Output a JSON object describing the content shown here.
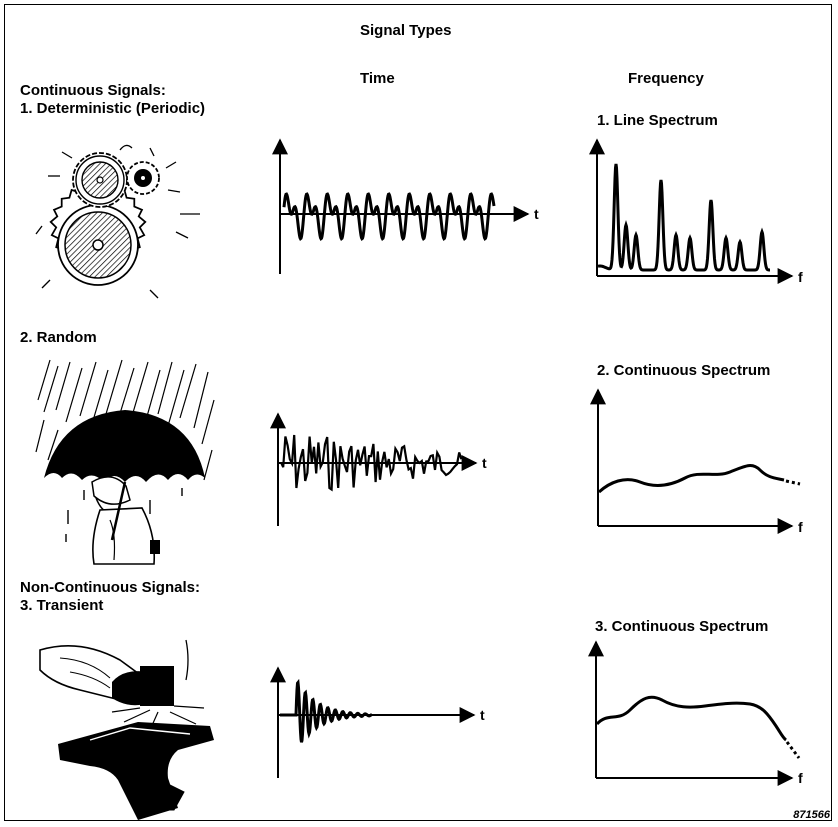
{
  "title": "Signal Types",
  "headers": {
    "time": "Time",
    "frequency": "Frequency"
  },
  "rows": [
    {
      "group": "Continuous Signals:",
      "label": "1. Deterministic (Periodic)",
      "spectrum_label": "1. Line Spectrum",
      "illustration": "gears-icon",
      "time_axis": "t",
      "freq_axis": "f"
    },
    {
      "label": "2. Random",
      "spectrum_label": "2. Continuous Spectrum",
      "illustration": "umbrella-rain-icon",
      "time_axis": "t",
      "freq_axis": "f"
    },
    {
      "group": "Non-Continuous Signals:",
      "label": "3. Transient",
      "spectrum_label": "3. Continuous Spectrum",
      "illustration": "hammer-anvil-icon",
      "time_axis": "t",
      "freq_axis": "f"
    }
  ],
  "figure_id": "871566"
}
